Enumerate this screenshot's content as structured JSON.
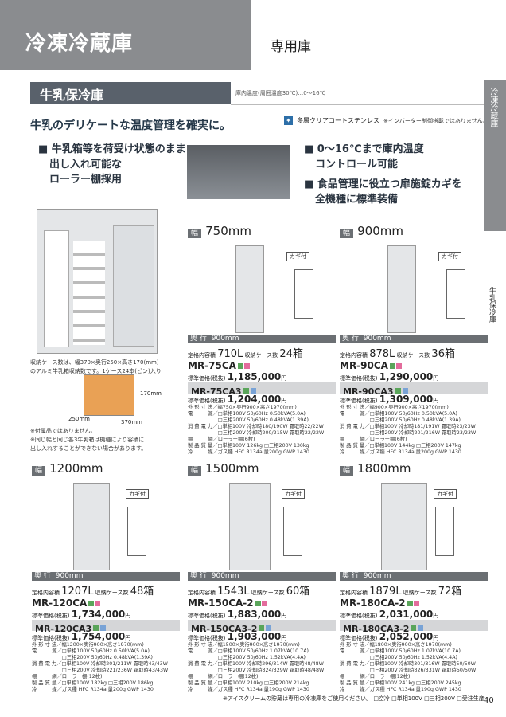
{
  "header": {
    "title": "冷凍冷蔵庫",
    "subtitle": "専用庫"
  },
  "section": {
    "title": "牛乳保冷庫",
    "note": "庫内温度(周囲温度30℃)…0～16℃"
  },
  "catch": "牛乳のデリケートな温度管理を確実に。",
  "clear": {
    "label": "多層クリアコートステンレス",
    "inverter": "※インバーター制御搭載ではありません。"
  },
  "features_left": [
    "■ 牛乳箱等を荷受け状態のまま",
    "出し入れ可能な",
    "ローラー棚採用"
  ],
  "features_right": [
    "■ 0～16℃まで庫内温度",
    "コントロール可能",
    "■ 食品管理に役立つ扉施錠カギを",
    "全機種に標準装備"
  ],
  "side": {
    "tab": "冷凍冷蔵庫",
    "sub": "牛乳保冷庫"
  },
  "crate": {
    "note": [
      "収納ケース数は、幅370×奥行250×高さ170(mm)",
      "のアルミ牛乳箱収納数です。1ケース24本(ビン)入り"
    ],
    "dims": [
      "170mm",
      "250mm",
      "370mm"
    ],
    "foot": [
      "※付属品ではありません。",
      "※同じ幅と同じ各3牛乳箱は機種により容積に",
      "出し入れすることができない場合があります。"
    ]
  },
  "models": [
    {
      "width": "750mm",
      "depth": "900mm",
      "cap": "710L",
      "cases": "24箱",
      "m1": "MR-75CA",
      "p1": "1,185,000",
      "m2": "MR-75CA3",
      "p2": "1,204,000",
      "spec": "外 形 寸 法／幅750×奥行900×高さ1970(mm)\n電　　　源／□単相100V 50/60Hz 0.50kVA(5.0A)\n　　　　　　□三相200V 50/60Hz 0.48kVA(1.39A)\n消 費 電 力／□単相100V 冷却時180/190W 霜取時22/22W\n　　　　　　□三相200V 冷却時200/215W 霜取時22/22W\n棚　　　網／ローラー棚(6枚)\n製 品 質 量／□単相100V 126kg □三相200V 130kg\n冷　　　媒／ガス種 HFC R134a 量200g GWP 1430"
    },
    {
      "width": "900mm",
      "depth": "900mm",
      "cap": "878L",
      "cases": "36箱",
      "m1": "MR-90CA",
      "p1": "1,290,000",
      "m2": "MR-90CA3",
      "p2": "1,309,000",
      "spec": "外 形 寸 法／幅900×奥行900×高さ1970(mm)\n電　　　源／□単相100V 50/60Hz 0.50kVA(5.0A)\n　　　　　　□三相200V 50/60Hz 0.48kVA(1.39A)\n消 費 電 力／□単相100V 冷却時181/191W 霜取時23/23W\n　　　　　　□三相200V 冷却時201/216W 霜取時23/23W\n棚　　　網／ローラー棚(6枚)\n製 品 質 量／□単相100V 144kg □三相200V 147kg\n冷　　　媒／ガス種 HFC R134a 量200g GWP 1430"
    },
    {
      "width": "1200mm",
      "depth": "900mm",
      "cap": "1207L",
      "cases": "48箱",
      "m1": "MR-120CA",
      "p1": "1,734,000",
      "m2": "MR-120CA3",
      "p2": "1,754,000",
      "spec": "外 形 寸 法／幅1200×奥行900×高さ1970(mm)\n電　　　源／□単相100V 50/60Hz 0.50kVA(5.0A)\n　　　　　　□三相200V 50/60Hz 0.48kVA(1.39A)\n消 費 電 力／□単相100V 冷却時201/211W 霜取時43/43W\n　　　　　　□三相200V 冷却時221/236W 霜取時43/43W\n棚　　　網／ローラー棚(12枚)\n製 品 質 量／□単相100V 182kg □三相200V 186kg\n冷　　　媒／ガス種 HFC R134a 量200g GWP 1430"
    },
    {
      "width": "1500mm",
      "depth": "900mm",
      "cap": "1543L",
      "cases": "60箱",
      "m1": "MR-150CA-2",
      "p1": "1,883,000",
      "m2": "MR-150CA3-2",
      "p2": "1,903,000",
      "spec": "外 形 寸 法／幅1500×奥行900×高さ1970(mm)\n電　　　源／□単相100V 50/60Hz 1.07kVA(10.7A)\n　　　　　　□三相200V 50/60Hz 1.52kVA(4.4A)\n消 費 電 力／□単相100V 冷却時296/314W 霜取時48/48W\n　　　　　　□三相200V 冷却時324/329W 霜取時48/48W\n棚　　　網／ローラー棚(12枚)\n製 品 質 量／□単相100V 210kg □三相200V 214kg\n冷　　　媒／ガス種 HFC R134a 量190g GWP 1430"
    },
    {
      "width": "1800mm",
      "depth": "900mm",
      "cap": "1879L",
      "cases": "72箱",
      "m1": "MR-180CA-2",
      "p1": "2,031,000",
      "m2": "MR-180CA3-2",
      "p2": "2,052,000",
      "spec": "外 形 寸 法／幅1800×奥行900×高さ1970(mm)\n電　　　源／□単相100V 50/60Hz 1.07kVA(10.7A)\n　　　　　　□三相200V 50/60Hz 1.52kVA(4.4A)\n消 費 電 力／□単相100V 冷却時301/316W 霜取時50/50W\n　　　　　　□三相200V 冷却時326/331W 霜取時50/50W\n棚　　　網／ローラー棚(12枚)\n製 品 質 量／□単相100V 241kg □三相200V 245kg\n冷　　　媒／ガス種 HFC R134a 量190g GWP 1430"
    }
  ],
  "labels": {
    "haba": "幅",
    "okuyuki": "奥 行",
    "teikaku": "定格内容積",
    "cases": "収納ケース数",
    "price": "標準価格(税抜)",
    "yen": "円",
    "kagi": "カギ付",
    "depth_side": "900"
  },
  "footer": "※アイスクリームの貯蔵は専用の冷凍庫をご使用ください。 □空冷 □単相100V □三相200V □受注生産",
  "page": "40"
}
